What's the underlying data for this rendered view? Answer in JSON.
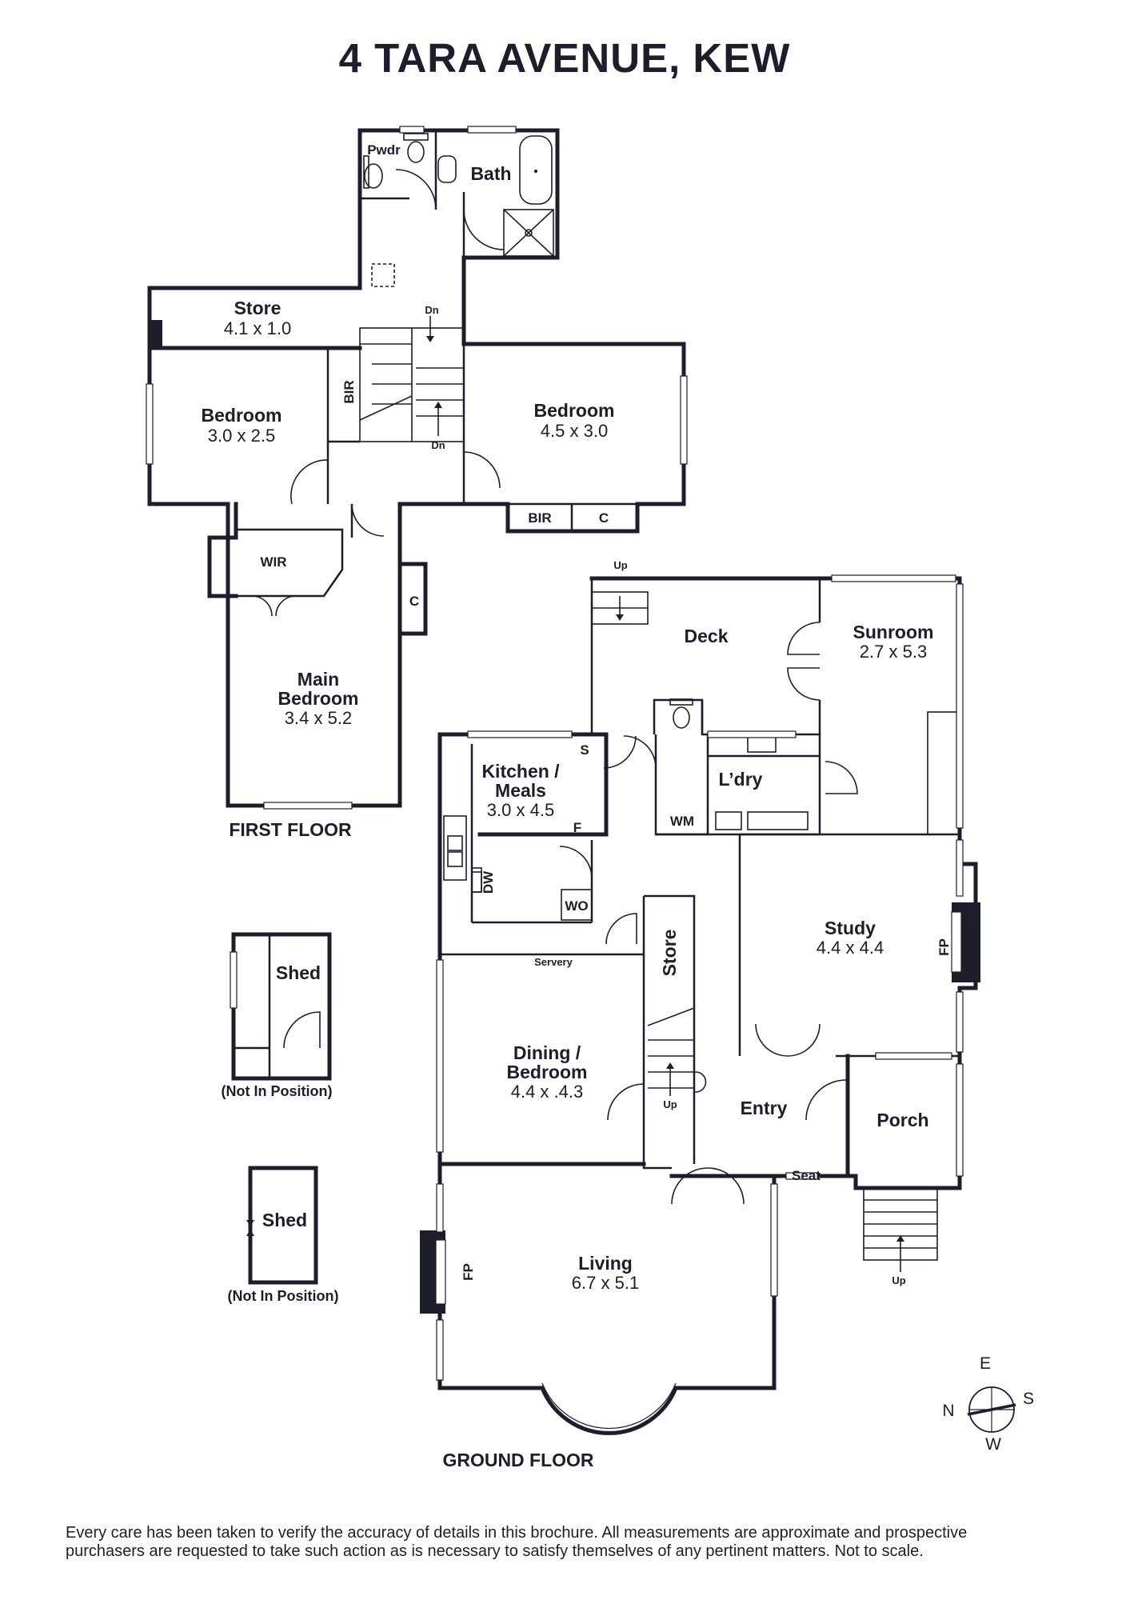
{
  "title": "4 TARA AVENUE, KEW",
  "floors": {
    "first": "FIRST FLOOR",
    "ground": "GROUND FLOOR"
  },
  "rooms": {
    "pwdr": "Pwdr",
    "bath": "Bath",
    "store_upper": {
      "name": "Store",
      "dim": "4.1 x 1.0"
    },
    "bedroom_west": {
      "name": "Bedroom",
      "dim": "3.0 x 2.5"
    },
    "bedroom_east": {
      "name": "Bedroom",
      "dim": "4.5 x 3.0"
    },
    "main_bedroom": {
      "name_line1": "Main",
      "name_line2": "Bedroom",
      "dim": "3.4 x 5.2"
    },
    "wir": "WIR",
    "deck": "Deck",
    "sunroom": {
      "name": "Sunroom",
      "dim": "2.7 x 5.3"
    },
    "laundry": "L’dry",
    "kitchen": {
      "name_line1": "Kitchen /",
      "name_line2": "Meals",
      "dim": "3.0 x 4.5"
    },
    "study": {
      "name": "Study",
      "dim": "4.4 x 4.4"
    },
    "dining": {
      "name_line1": "Dining /",
      "name_line2": "Bedroom",
      "dim": "4.4 x .4.3"
    },
    "store_lower": "Store",
    "entry": "Entry",
    "porch": "Porch",
    "living": {
      "name": "Living",
      "dim": "6.7 x 5.1"
    },
    "shed1": "Shed",
    "shed2": "Shed"
  },
  "labels": {
    "bir": "BIR",
    "c": "C",
    "dn": "Dn",
    "up": "Up",
    "s": "S",
    "f": "F",
    "dw": "DW",
    "wo": "WO",
    "wm": "WM",
    "fp": "FP",
    "servery": "Servery",
    "seat": "Seat",
    "not_in_position": "(Not In Position)"
  },
  "compass": {
    "n": "N",
    "e": "E",
    "s": "S",
    "w": "W"
  },
  "disclaimer": {
    "line1": "Every care has been taken to verify the accuracy of details in this brochure. All measurements are approximate and prospective",
    "line2": "purchasers are requested to take such action as is necessary to satisfy themselves of any pertinent matters. Not to scale."
  }
}
